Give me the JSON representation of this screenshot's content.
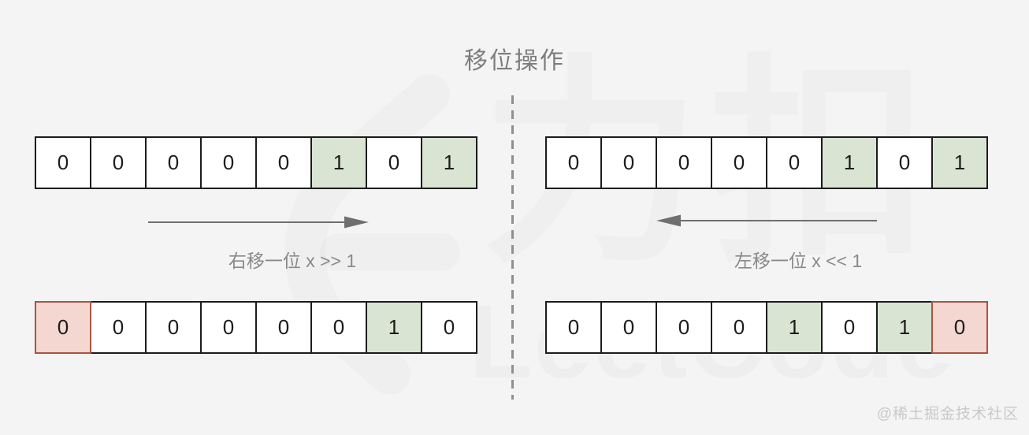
{
  "title": "移位操作",
  "left_panel": {
    "label": "右移一位 x >> 1",
    "arrow_direction": "right",
    "top_row": {
      "bits": [
        "0",
        "0",
        "0",
        "0",
        "0",
        "1",
        "0",
        "1"
      ],
      "highlights": [
        null,
        null,
        null,
        null,
        null,
        "green",
        null,
        "green"
      ]
    },
    "bottom_row": {
      "bits": [
        "0",
        "0",
        "0",
        "0",
        "0",
        "0",
        "1",
        "0"
      ],
      "highlights": [
        "red",
        null,
        null,
        null,
        null,
        null,
        "green",
        null
      ]
    }
  },
  "right_panel": {
    "label": "左移一位 x << 1",
    "arrow_direction": "left",
    "top_row": {
      "bits": [
        "0",
        "0",
        "0",
        "0",
        "0",
        "1",
        "0",
        "1"
      ],
      "highlights": [
        null,
        null,
        null,
        null,
        null,
        "green",
        null,
        "green"
      ]
    },
    "bottom_row": {
      "bits": [
        "0",
        "0",
        "0",
        "0",
        "1",
        "0",
        "1",
        "0"
      ],
      "highlights": [
        null,
        null,
        null,
        null,
        "green",
        null,
        "green",
        "red"
      ]
    }
  },
  "watermark": {
    "logo_text": "力扣",
    "brand_text": "LeetCode"
  },
  "credit": "@稀土掘金技术社区",
  "colors": {
    "background": "#f5f4f4",
    "cell_bg": "#ffffff",
    "cell_border": "#1c1c1c",
    "digit": "#1c1c1c",
    "green_highlight": "#d9e4d2",
    "red_highlight_bg": "#f3d7d0",
    "red_highlight_border": "#a85440",
    "title": "#7d7d7d",
    "accent_gray": "#8a8a8a",
    "arrow": "#6f6f6f",
    "divider": "#8f8f8f",
    "credit": "#c9c9c9"
  }
}
